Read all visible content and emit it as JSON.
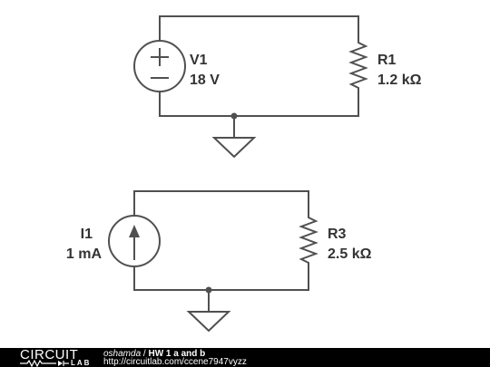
{
  "circuit1": {
    "source": {
      "name": "V1",
      "value": "18 V"
    },
    "resistor": {
      "name": "R1",
      "value": "1.2 kΩ"
    }
  },
  "circuit2": {
    "source": {
      "name": "I1",
      "value": "1 mA"
    },
    "resistor": {
      "name": "R3",
      "value": "2.5 kΩ"
    }
  },
  "footer": {
    "logo_top": "CIRCUIT",
    "logo_bottom": "LAB",
    "author": "oshamda",
    "separator": " / ",
    "title": "HW 1 a and b",
    "url": "http://circuitlab.com/ccene7947vyzz"
  },
  "colors": {
    "wire": "#505050",
    "text": "#333333",
    "footer_bg": "#000000",
    "footer_text": "#ffffff"
  }
}
